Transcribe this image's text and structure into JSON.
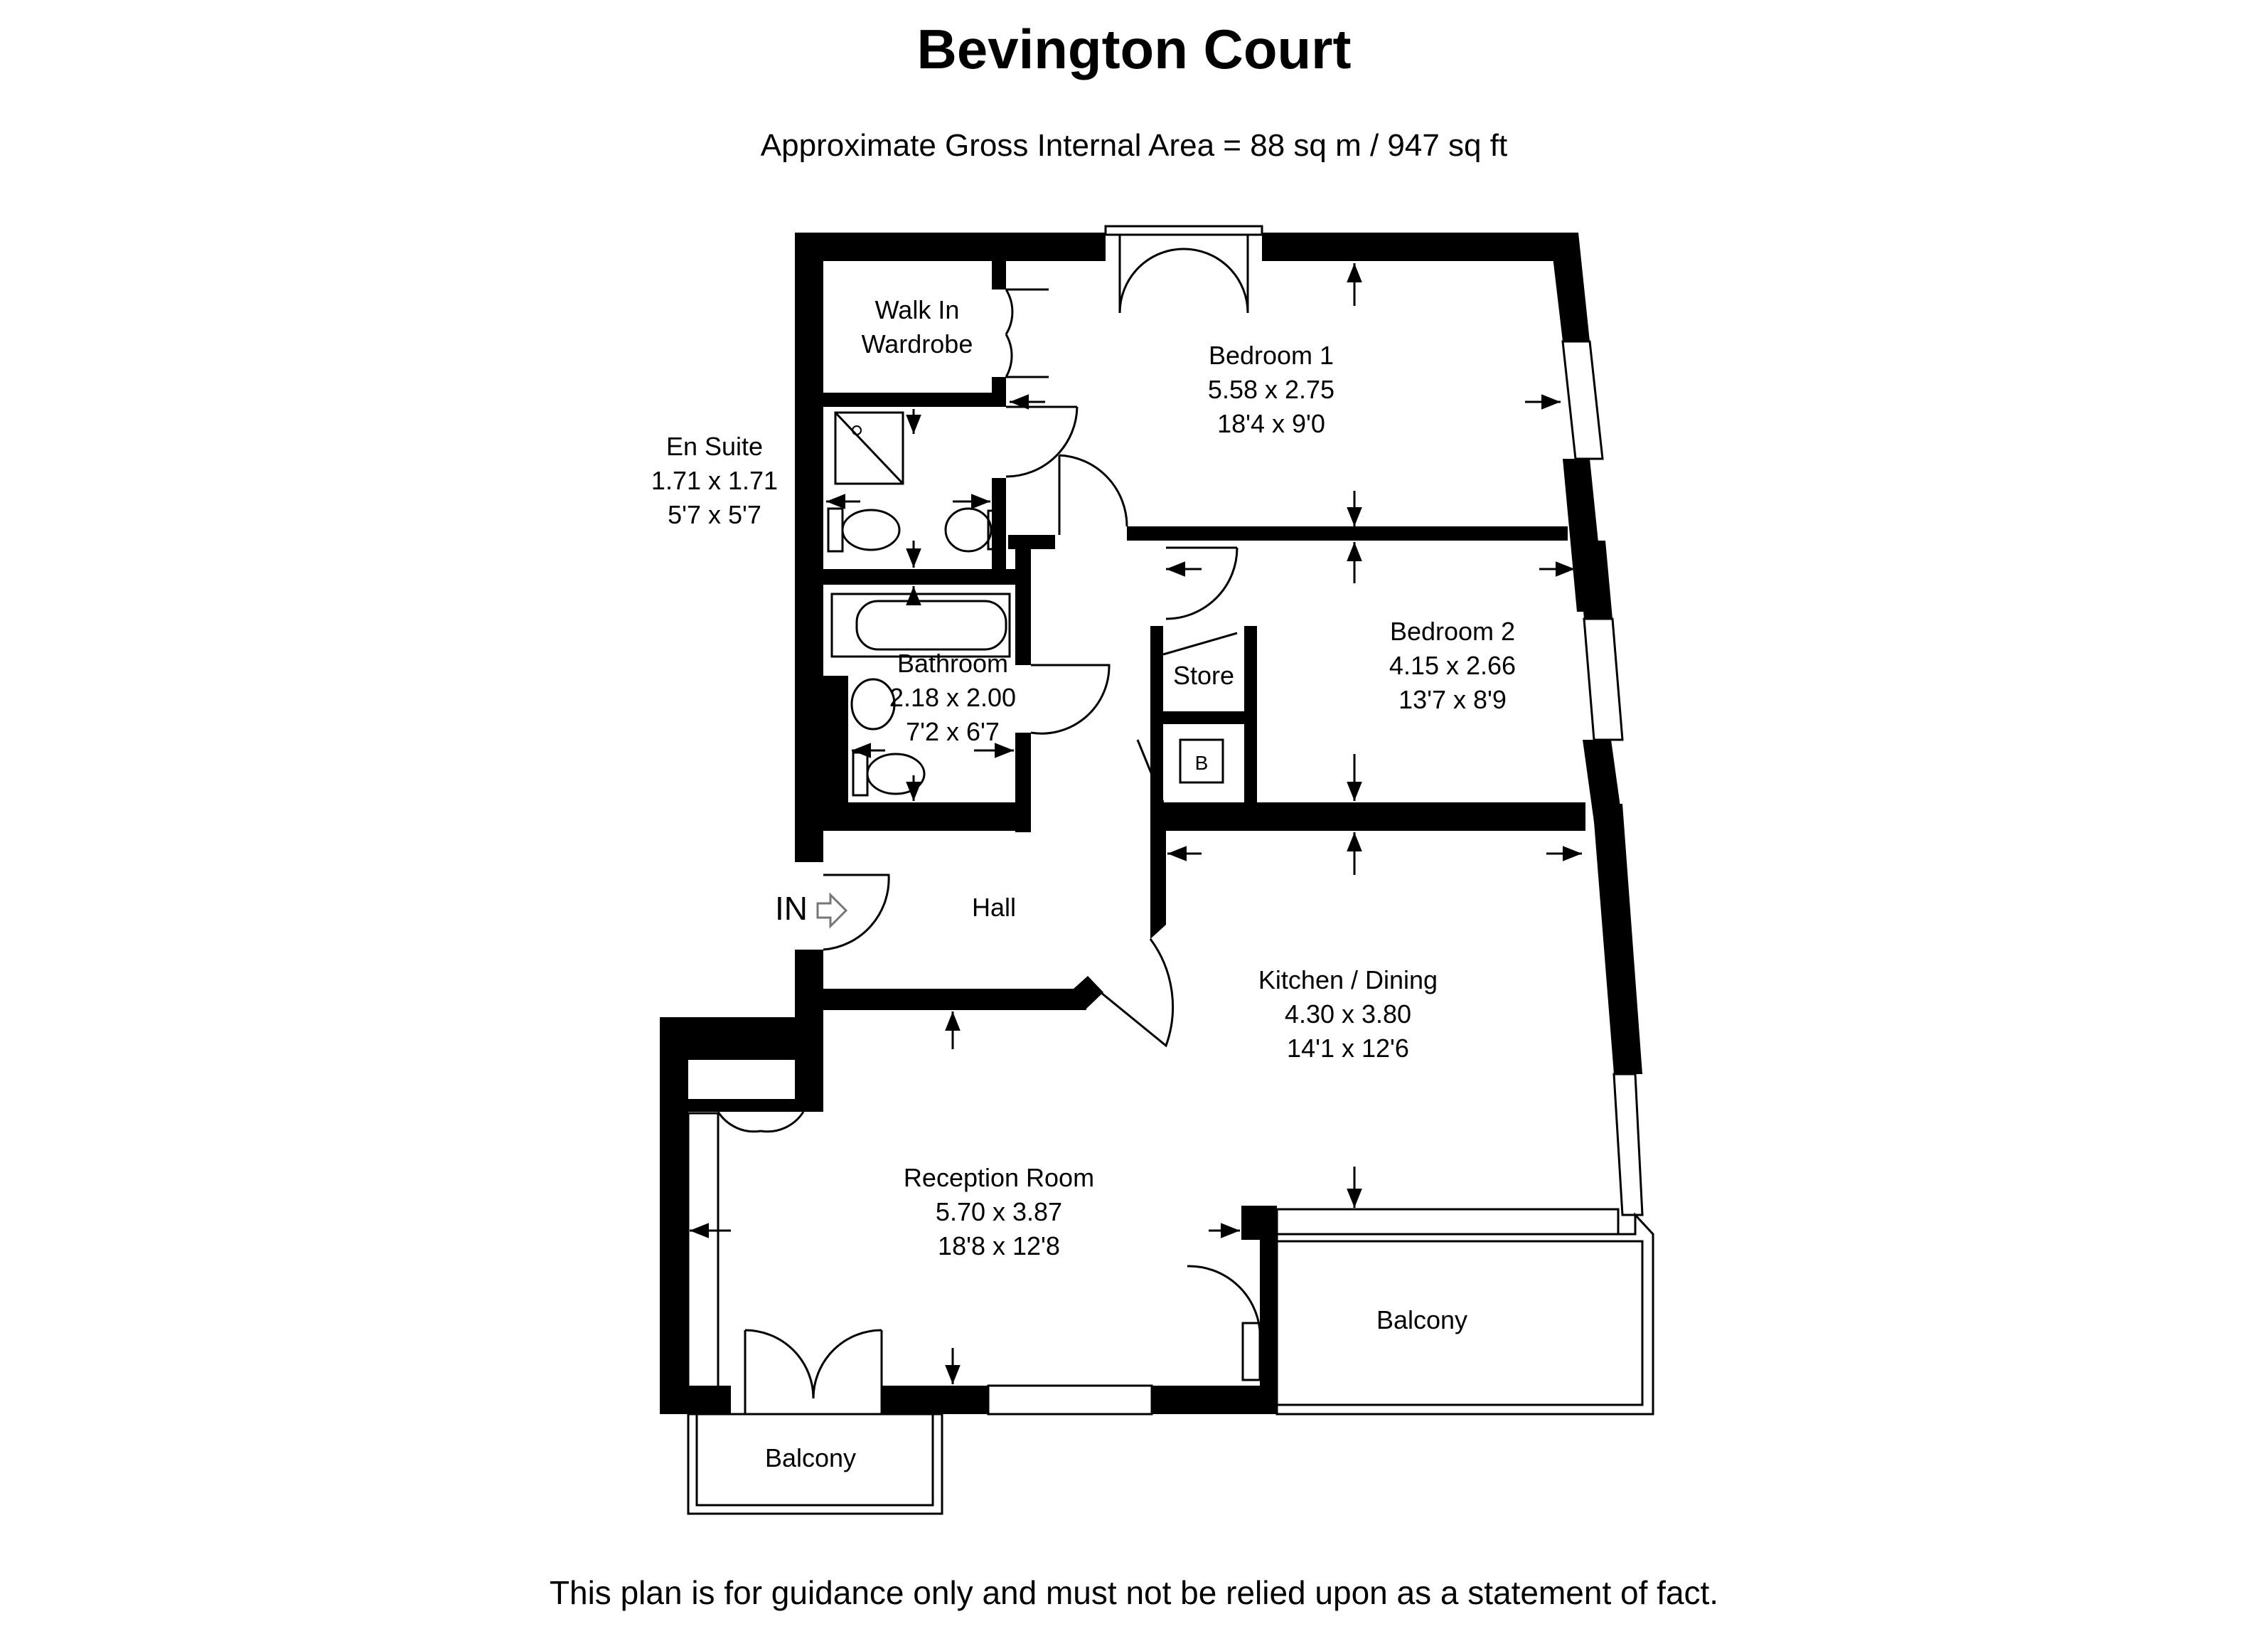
{
  "title": "Bevington Court",
  "subtitle": "Approximate Gross Internal Area = 88 sq m / 947 sq ft",
  "disclaimer": "This plan is for guidance only and must not be relied upon as a statement of fact.",
  "entrance_label": "IN",
  "rooms": {
    "walk_in_wardrobe": {
      "name_line1": "Walk In",
      "name_line2": "Wardrobe"
    },
    "bedroom1": {
      "name": "Bedroom 1",
      "metric": "5.58 x 2.75",
      "imperial": "18'4 x 9'0"
    },
    "en_suite": {
      "name": "En Suite",
      "metric": "1.71 x 1.71",
      "imperial": "5'7 x 5'7"
    },
    "bedroom2": {
      "name": "Bedroom 2",
      "metric": "4.15 x 2.66",
      "imperial": "13'7 x 8'9"
    },
    "store": {
      "name": "Store"
    },
    "boiler": {
      "name": "B"
    },
    "bathroom": {
      "name": "Bathroom",
      "metric": "2.18 x 2.00",
      "imperial": "7'2 x 6'7"
    },
    "hall": {
      "name": "Hall"
    },
    "kitchen_dining": {
      "name": "Kitchen / Dining",
      "metric": "4.30 x 3.80",
      "imperial": "14'1 x 12'6"
    },
    "reception": {
      "name": "Reception Room",
      "metric": "5.70 x 3.87",
      "imperial": "18'8 x 12'8"
    },
    "balcony_right": {
      "name": "Balcony"
    },
    "balcony_left": {
      "name": "Balcony"
    }
  }
}
